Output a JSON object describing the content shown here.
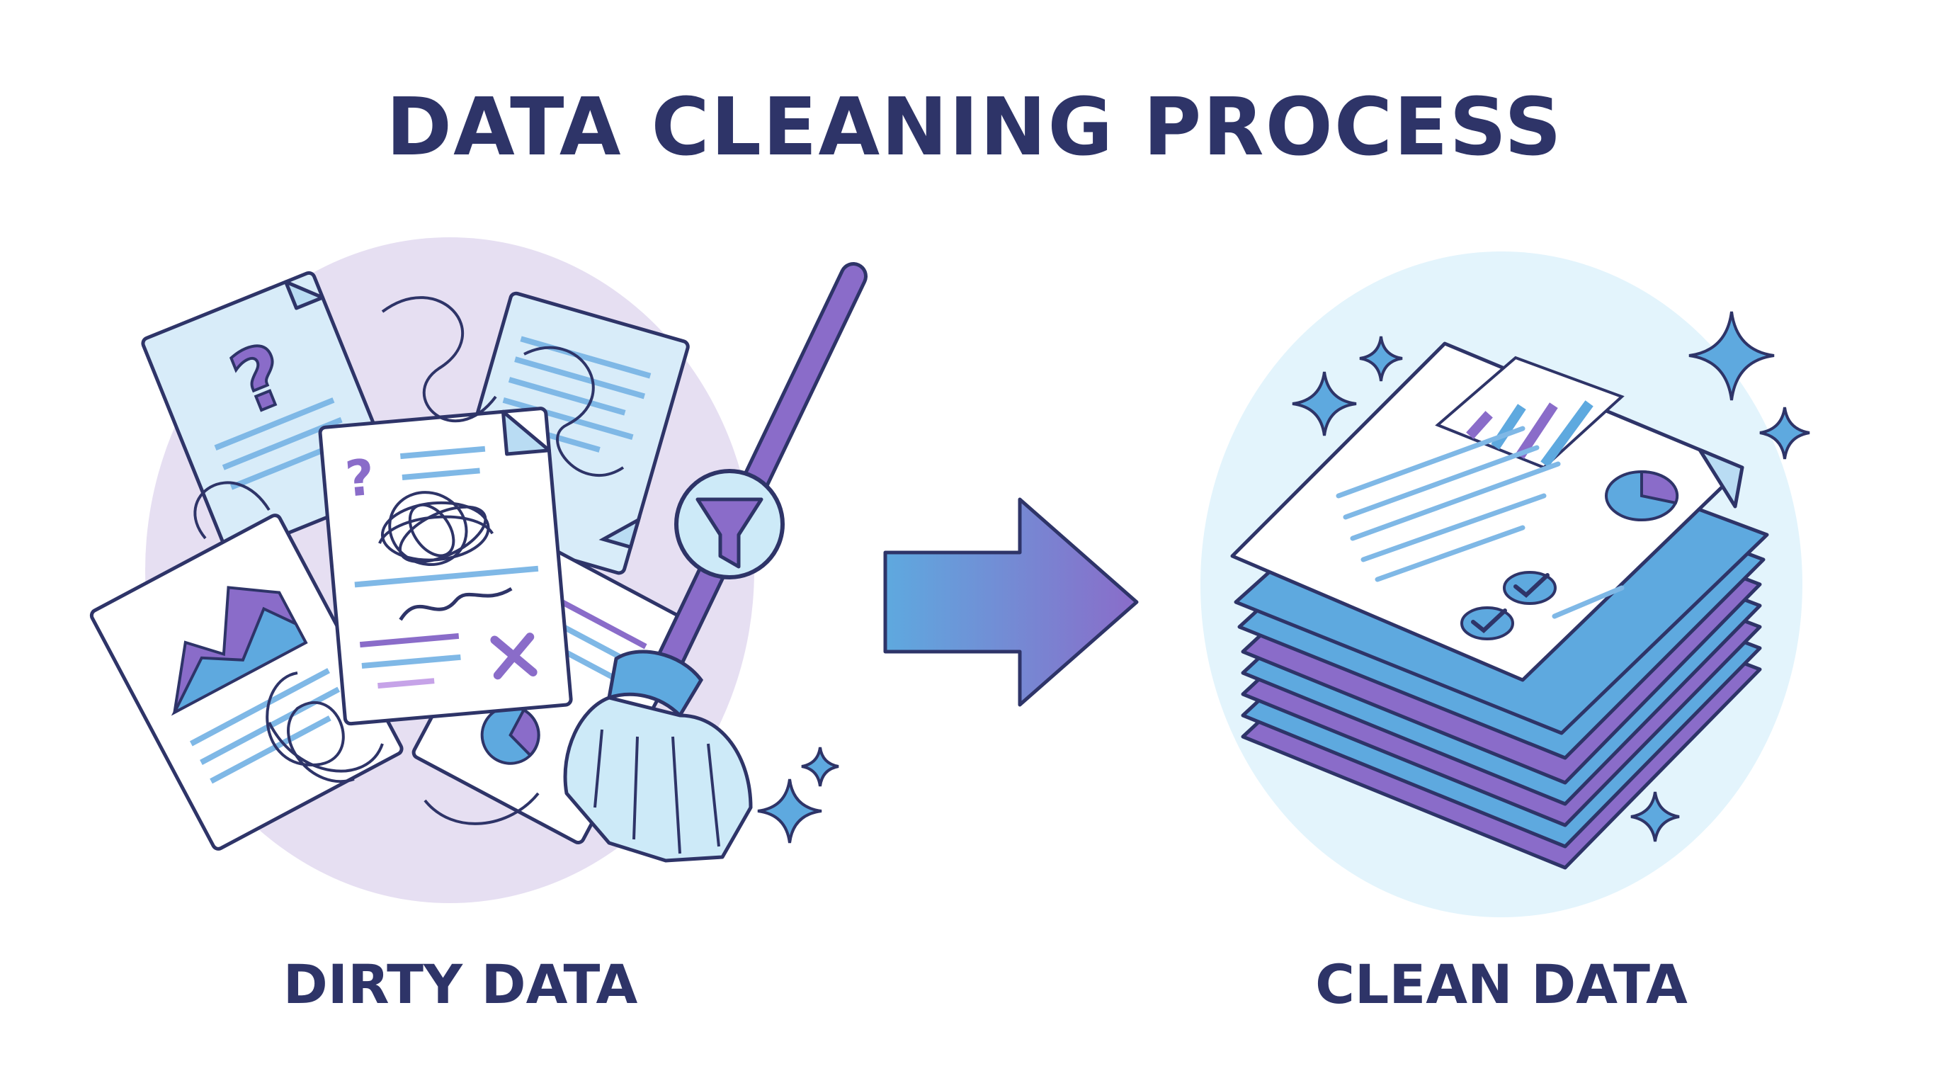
{
  "title": "DATA CLEANING PROCESS",
  "left_label": "DIRTY DATA",
  "right_label": "CLEAN DATA",
  "colors": {
    "ink": "#2e3468",
    "purple": "#8a6cc9",
    "purple_light": "#e6dff2",
    "blue": "#5ea9df",
    "blue_light": "#cdeaf8",
    "blue_pale": "#e3f4fc",
    "paper": "#ffffff",
    "paper_blue": "#d8ecf9"
  },
  "icons": {
    "broom": "broom-icon",
    "filter": "funnel-icon",
    "arrow": "right-arrow-icon",
    "sparkle": "sparkle-icon",
    "question": "question-mark-icon",
    "error": "x-mark-icon",
    "check": "check-mark-icon"
  }
}
